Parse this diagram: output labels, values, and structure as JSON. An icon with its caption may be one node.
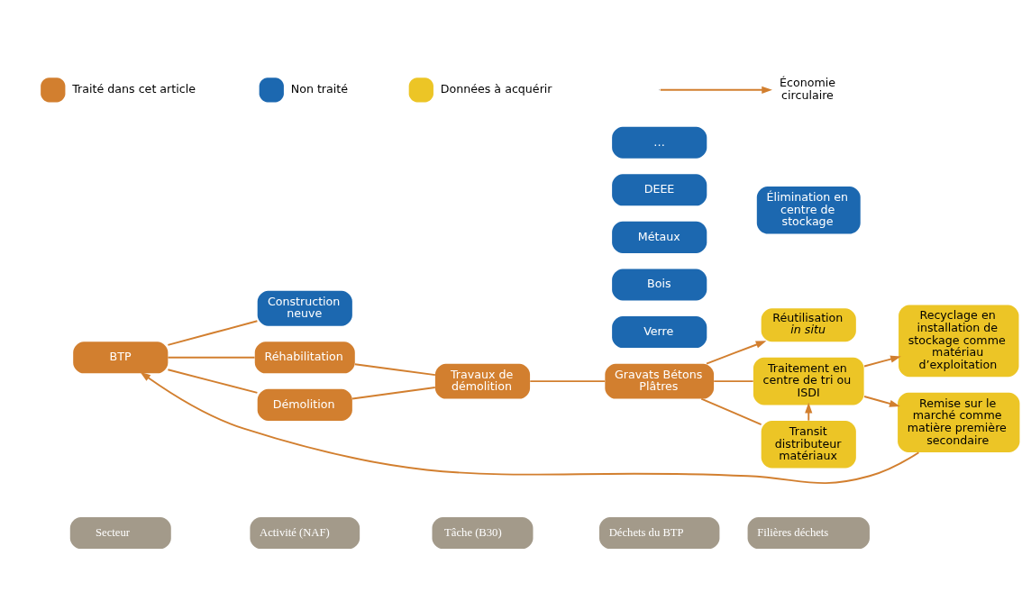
{
  "diagram": {
    "nodes": [
      {
        "text": [
          "Secteur"
        ]
      },
      {
        "text": [
          "Activité (NAF)"
        ]
      },
      {
        "text": [
          "Tâche (B30)"
        ]
      },
      {
        "text": [
          "Déchets du BTP"
        ]
      },
      {
        "text": [
          "Filières déchets"
        ]
      },
      {
        "text": [
          "BTP"
        ]
      },
      {
        "text": [
          "Construction neuve"
        ]
      },
      {
        "text": [
          "Réhabilitation"
        ]
      },
      {
        "text": [
          "Démolition"
        ]
      },
      {
        "text": [
          "Travaux de démolition"
        ]
      },
      {
        "text": [
          "Verre"
        ]
      },
      {
        "text": [
          "Bois"
        ]
      },
      {
        "text": [
          "Gravats Bétons Plâtres"
        ]
      },
      {
        "text": [
          "Métaux"
        ]
      },
      {
        "text": [
          "DEEE"
        ]
      },
      {
        "text": [
          "…"
        ]
      },
      {
        "text": [
          "Réutilisation *in situ*"
        ]
      },
      {
        "text": [
          "Traitement en centre de tri ou ISDI"
        ]
      },
      {
        "text": [
          "Recyclage en installation de stockage comme matériau d’exploitation"
        ]
      },
      {
        "text": [
          "Transit distributeur matériaux"
        ]
      },
      {
        "text": [
          "Élimination en centre de stockage"
        ]
      },
      {
        "text": [
          "Remise sur le marché comme matière première secondaire"
        ]
      }
    ],
    "edges": [
      {
        "from": 5,
        "to": 6,
        "arrow": "none"
      },
      {
        "from": 5,
        "to": 7,
        "arrow": "none"
      },
      {
        "from": 5,
        "to": 8,
        "arrow": "none"
      },
      {
        "from": 7,
        "to": 9,
        "arrow": "none"
      },
      {
        "from": 8,
        "to": 9,
        "arrow": "none"
      },
      {
        "from": 9,
        "to": 12,
        "arrow": "none"
      },
      {
        "from": 12,
        "to": 16,
        "arrow": "to"
      },
      {
        "from": 12,
        "to": 17,
        "arrow": "none"
      },
      {
        "from": 12,
        "to": 19,
        "arrow": "none"
      },
      {
        "from": 17,
        "to": 18,
        "arrow": "to"
      },
      {
        "from": 17,
        "to": 21,
        "arrow": "to"
      },
      {
        "from": 19,
        "to": 17,
        "arrow": "to"
      },
      {
        "from": 21,
        "to": 5,
        "arrow": "to"
      }
    ],
    "legend": [
      {
        "text": "Traité dans cet article",
        "color": "#d27f2f"
      },
      {
        "text": "Non traité",
        "color": "#1c68b0"
      },
      {
        "text": "Données à acquérir",
        "color": "#ecc526"
      },
      {
        "text": "Économie circulaire"
      }
    ]
  }
}
